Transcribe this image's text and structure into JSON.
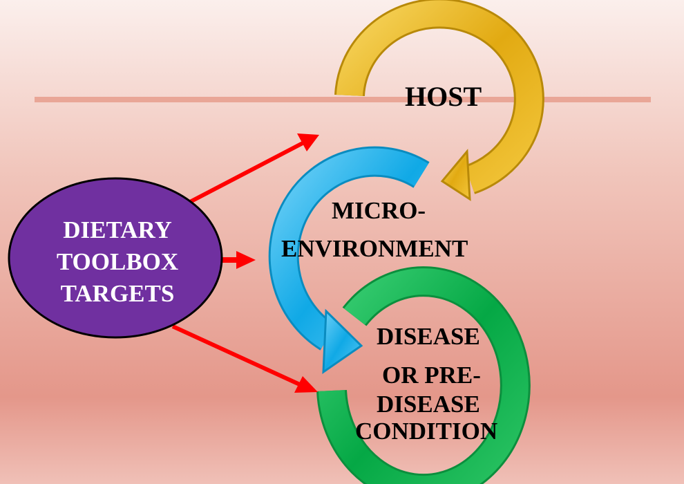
{
  "colors": {
    "background_top": "#fbeeec",
    "background_mid": "#edb3a6",
    "background_band": "#e4988b",
    "line": "#e9a697",
    "ellipse_fill": "#7030a0",
    "host_arrow": "#e8b31a",
    "micro_arrow": "#1ab0ea",
    "disease_arrow": "#0cb04d",
    "pointer_arrows": "#ff0000"
  },
  "ellipse": {
    "lines": [
      "DIETARY",
      "TOOLBOX",
      "TARGETS"
    ]
  },
  "labels": {
    "host": "HOST",
    "micro_line1": "MICRO-",
    "micro_line2": "ENVIRONMENT",
    "disease_line1": "DISEASE",
    "disease_line2": "OR PRE-",
    "disease_line3": "DISEASE",
    "disease_line4": "CONDITION"
  }
}
